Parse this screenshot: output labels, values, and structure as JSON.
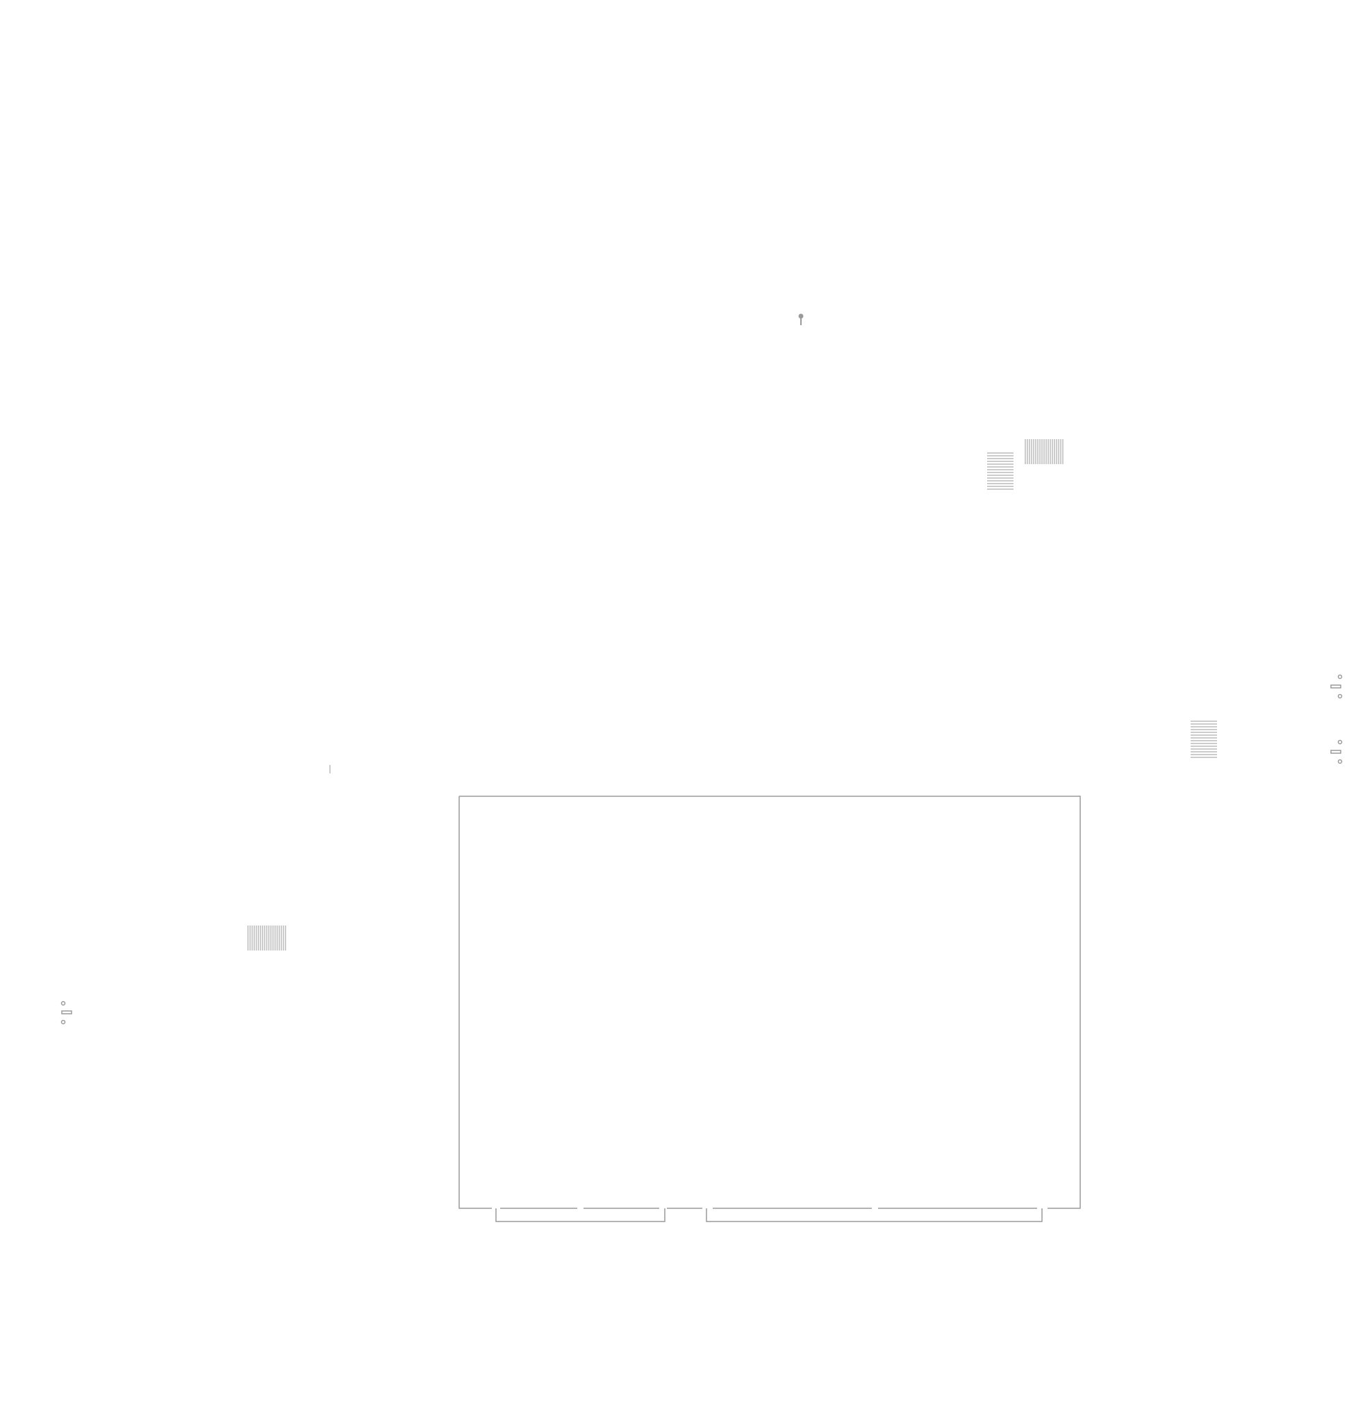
{
  "diagram": {
    "labels": {
      "top_left": "",
      "top_center": "",
      "right": ""
    },
    "footer": {
      "title": "",
      "note": ""
    },
    "colors": {
      "stroke": "#9a9a9a",
      "background": "#ffffff",
      "faint_text": "#f0f0f0"
    },
    "components": [
      "pin-marker",
      "vertical-hatch-block",
      "horizontal-hatch-block",
      "resistor-symbol",
      "main-board-outline",
      "edge-connector-tabs"
    ]
  }
}
